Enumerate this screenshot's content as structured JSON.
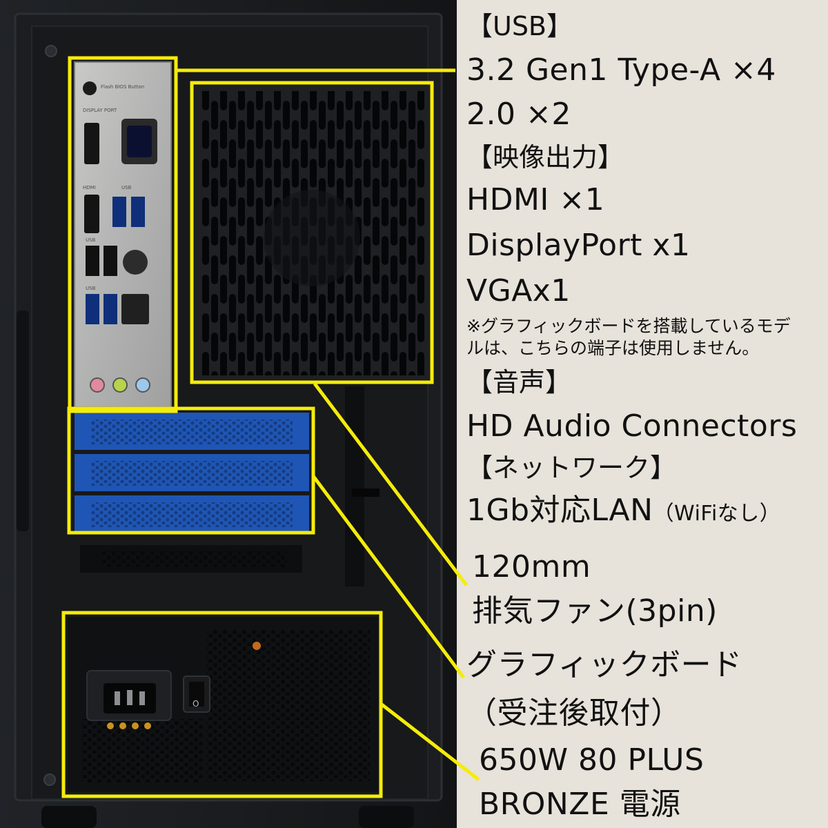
{
  "io_panel": {
    "port_labels": [
      "Flash BIOS Button",
      "DISPLAY PORT",
      "HDMI",
      "USB",
      "USB",
      "USB"
    ]
  },
  "psu": {
    "switch_glyph": "O"
  },
  "specs": {
    "usb_heading": "【USB】",
    "usb_line1": "3.2 Gen1 Type-A ×4",
    "usb_line2": "2.0 ×2",
    "video_heading": "【映像出力】",
    "video_line1": "HDMI ×1",
    "video_line2": "DisplayPort x1",
    "video_line3": "VGAx1",
    "video_note_line1": "※グラフィックボードを搭載しているモデ",
    "video_note_line2": "ルは、こちらの端子は使用しません。",
    "audio_heading": "【音声】",
    "audio_line1": "HD Audio Connectors",
    "network_heading": "【ネットワーク】",
    "network_line1_main": "1Gb対応LAN",
    "network_line1_sub": "（WiFiなし）"
  },
  "callouts": {
    "fan_line1": "120mm",
    "fan_line2": "排気ファン(3pin)",
    "gpu_line1": "グラフィックボード",
    "gpu_line2": "（受注後取付）",
    "psu_line1": "650W 80 PLUS",
    "psu_line2": "BRONZE 電源"
  },
  "colors": {
    "highlight": "#f5ec0a",
    "case": "#15171a",
    "bracket_blue": "#1f56b5",
    "background": "#e7e2da"
  }
}
